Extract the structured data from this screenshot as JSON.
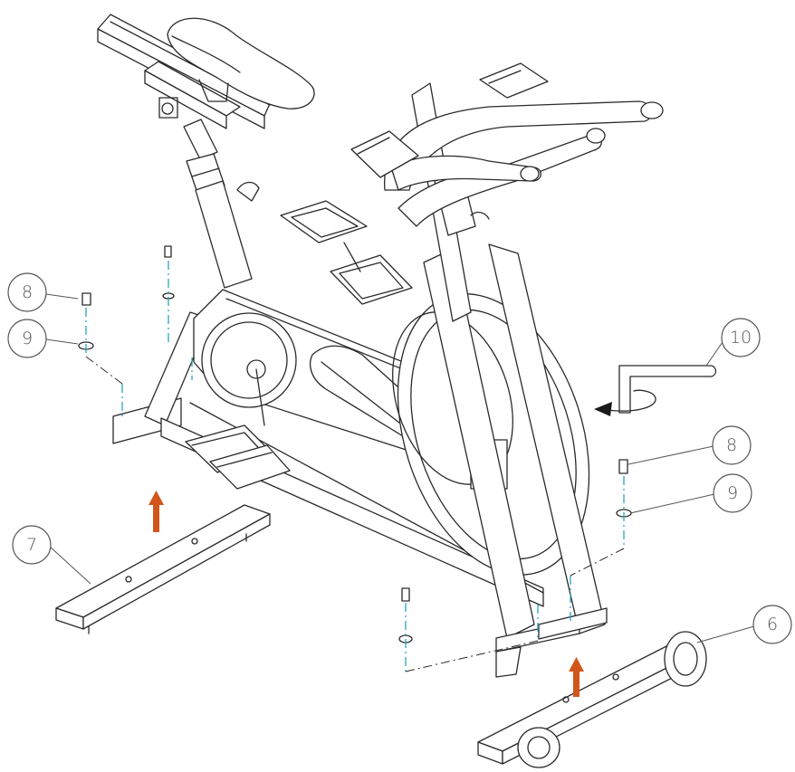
{
  "callouts": [
    {
      "id": "p8_left",
      "label": "8"
    },
    {
      "id": "p9_left",
      "label": "9"
    },
    {
      "id": "p10",
      "label": "10"
    },
    {
      "id": "p8_right",
      "label": "8"
    },
    {
      "id": "p9_right",
      "label": "9"
    },
    {
      "id": "p7",
      "label": "7"
    },
    {
      "id": "p6",
      "label": "6"
    }
  ],
  "colors": {
    "line": "#2a2a2a",
    "axis_line": "#2aa6b8",
    "arrow": "#d2561b",
    "callout": "#555555"
  },
  "arrows": [
    {
      "id": "front-stabilizer-up-arrow",
      "direction": "up"
    },
    {
      "id": "rear-stabilizer-up-arrow",
      "direction": "up"
    }
  ]
}
